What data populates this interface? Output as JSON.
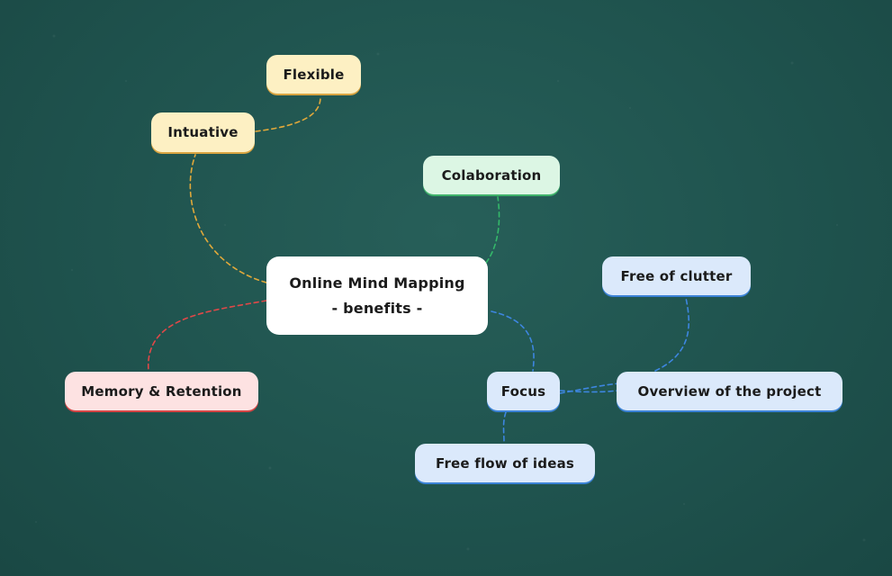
{
  "mindmap": {
    "center": {
      "line1": "Online Mind Mapping",
      "line2": "- benefits -"
    },
    "nodes": {
      "flexible": "Flexible",
      "intuative": "Intuative",
      "colaboration": "Colaboration",
      "memory": "Memory & Retention",
      "focus": "Focus",
      "free_clutter": "Free of clutter",
      "overview": "Overview of the project",
      "free_flow": "Free flow of ideas"
    }
  },
  "colors": {
    "yellow_branch": "#e0a83a",
    "green_branch": "#34b86a",
    "blue_branch": "#3d86e0",
    "red_branch": "#e04848",
    "board": "#225a55"
  }
}
